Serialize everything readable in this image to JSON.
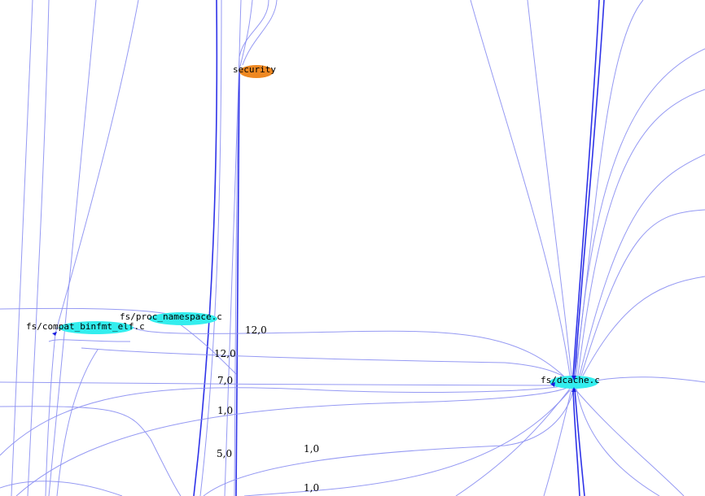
{
  "colors": {
    "background": "#ffffff",
    "edge": "#8a8ef2",
    "edge_strong": "#2f33e8",
    "file_node": "#33eeee",
    "directory_node": "#ee8822"
  },
  "nodes": [
    {
      "id": "security",
      "label": "security",
      "kind": "directory"
    },
    {
      "id": "proc_namespace",
      "label": "fs/proc_namespace.c",
      "kind": "file"
    },
    {
      "id": "compat_binfmt",
      "label": "fs/compat_binfmt_elf.c",
      "kind": "file"
    },
    {
      "id": "dcache",
      "label": "fs/dcache.c",
      "kind": "file"
    }
  ],
  "edge_labels": [
    "12,0",
    "12,0",
    "7,0",
    "1,0",
    "5,0",
    "1,0",
    "1,0"
  ]
}
